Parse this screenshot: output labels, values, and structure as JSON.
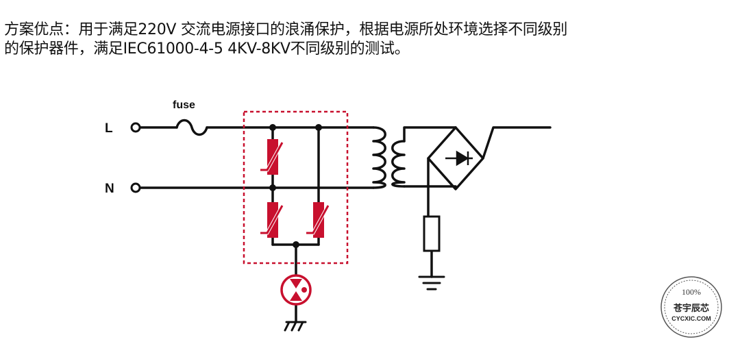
{
  "description": {
    "line1": "方案优点：用于满足220V 交流电源接口的浪涌保护，根据电源所处环境选择不同级别",
    "line2": "的保护器件，满足IEC61000-4-5 4KV-8KV不同级别的测试。"
  },
  "diagram": {
    "labels": {
      "line": "L",
      "neutral": "N",
      "fuse": "fuse"
    },
    "colors": {
      "wire": "#111111",
      "protection": "#c8102e"
    }
  },
  "seal": {
    "top": "100%",
    "middle": "苍宇辰芯",
    "bottom": "CYCXIC.COM"
  }
}
